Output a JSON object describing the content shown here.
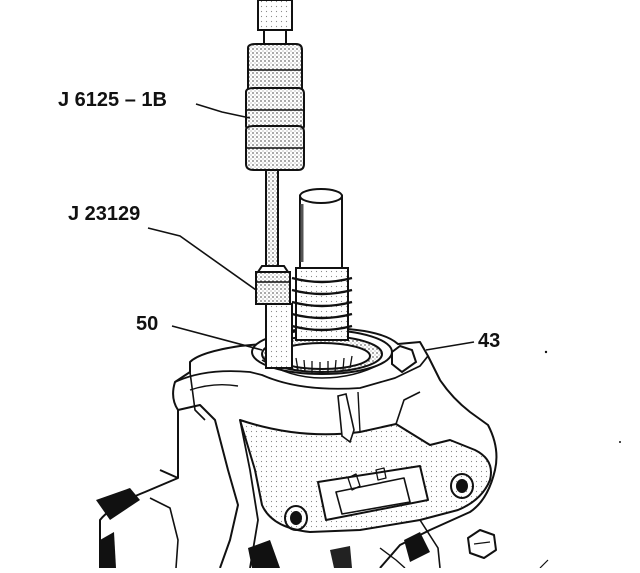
{
  "callouts": {
    "tool_handle": "J 6125 – 1B",
    "tool_adapter": "J 23129",
    "seal": "50",
    "housing": "43"
  },
  "colors": {
    "line": "#111111",
    "background": "#ffffff",
    "stipple": "#777777"
  }
}
